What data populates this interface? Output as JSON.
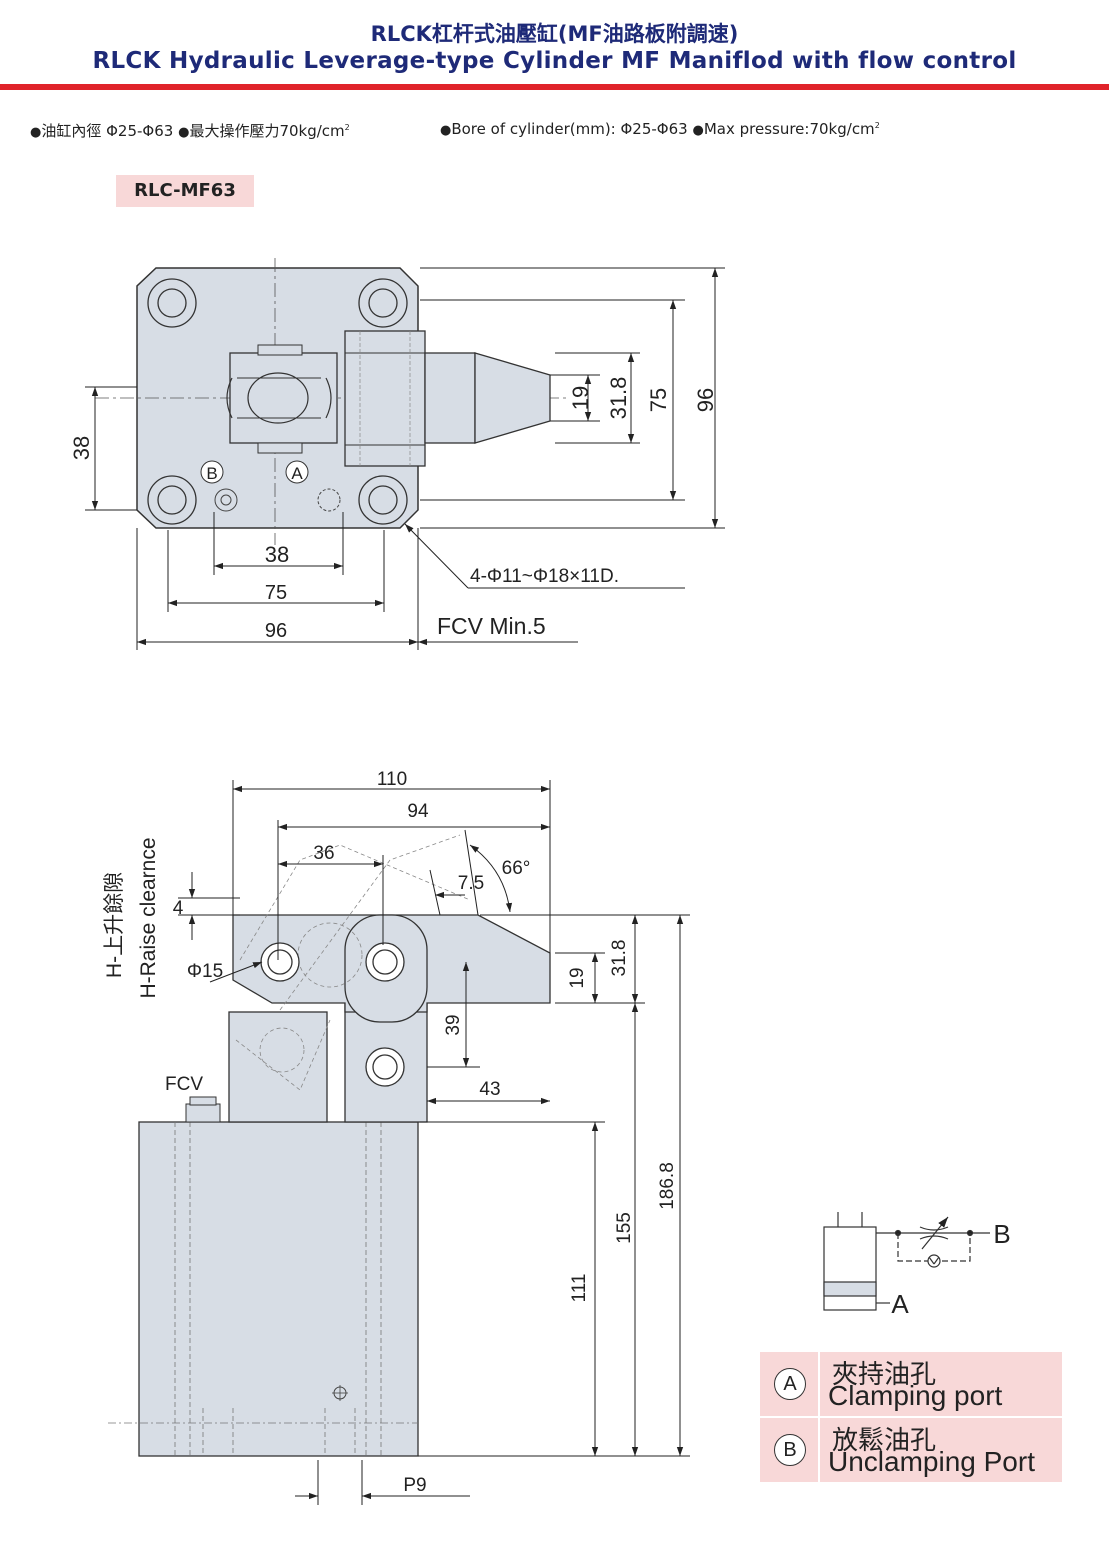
{
  "header": {
    "title_zh": "RLCK杠杆式油壓缸(MF油路板附調速)",
    "title_en": "RLCK Hydraulic Leverage-type Cylinder MF Maniflod with flow control",
    "accent_color": "#e0232a",
    "title_color": "#1e2a78"
  },
  "specs": {
    "zh_1": "油缸內徑 Φ25-Φ63",
    "zh_2": "最大操作壓力70kg/cm",
    "en_1": "Bore of cylinder(mm): Φ25-Φ63",
    "en_2": "Max pressure:70kg/cm",
    "sup": "2"
  },
  "model": "RLC-MF63",
  "top_view": {
    "dim_38_left": "38",
    "dim_19": "19",
    "dim_31_8": "31.8",
    "dim_75": "75",
    "dim_96": "96",
    "port_b": "B",
    "port_a": "A",
    "bot_38": "38",
    "bot_75": "75",
    "bot_96": "96",
    "hole_note": "4-Φ11~Φ18×11D.",
    "fcv_min": "FCV Min.5"
  },
  "side_view": {
    "dim_110": "110",
    "dim_94": "94",
    "dim_36": "36",
    "dim_7_5": "7.5",
    "angle_66": "66°",
    "dim_4": "4",
    "phi15": "Φ15",
    "dim_19": "19",
    "dim_31_8": "31.8",
    "dim_39": "39",
    "dim_43": "43",
    "fcv": "FCV",
    "dim_186_8": "186.8",
    "dim_155": "155",
    "dim_111": "111",
    "p9": "P9",
    "raise_zh": "H-上升餘隙",
    "raise_en": "H-Raise clearnce"
  },
  "circuit": {
    "label_a": "A",
    "label_b": "B"
  },
  "legend": [
    {
      "letter": "A",
      "zh": "夾持油孔",
      "en": "Clamping port"
    },
    {
      "letter": "B",
      "zh": "放鬆油孔",
      "en": "Unclamping Port"
    }
  ]
}
